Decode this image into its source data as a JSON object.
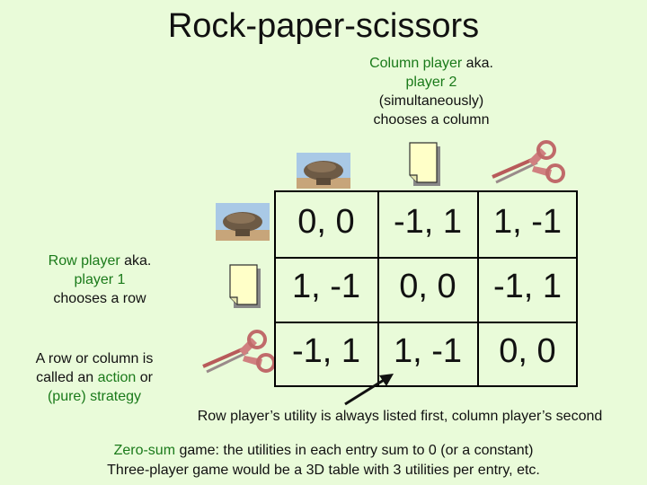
{
  "title": "Rock-paper-scissors",
  "column_note": {
    "l1_green": "Column player",
    "l1_rest": " aka.",
    "l2_green": "player 2",
    "l3": "(simultaneously)",
    "l4": "chooses a column"
  },
  "row_note": {
    "l1_green": "Row player",
    "l1_rest": " aka.",
    "l2_green": "player 1",
    "l3": "chooses a row"
  },
  "strategy_note": {
    "l1": "A row or column is",
    "l2a": "called an ",
    "l2_green": "action",
    "l2b": " or",
    "l3_green": "(pure) strategy"
  },
  "matrix": [
    [
      "0, 0",
      "-1, 1",
      "1, -1"
    ],
    [
      "1, -1",
      "0, 0",
      "-1, 1"
    ],
    [
      "-1, 1",
      "1, -1",
      "0, 0"
    ]
  ],
  "utility_note": "Row player’s utility is always listed first, column player’s second",
  "zero_sum": {
    "green": "Zero-sum",
    "rest": " game: the utilities in each entry sum to 0 (or a constant)"
  },
  "three_player": "Three-player game would be a 3D table with 3 utilities per entry, etc.",
  "icons": [
    "rock-icon",
    "paper-icon",
    "scissors-icon"
  ],
  "colors": {
    "background": "#e9fbd9",
    "accent": "#1a7a1a"
  }
}
